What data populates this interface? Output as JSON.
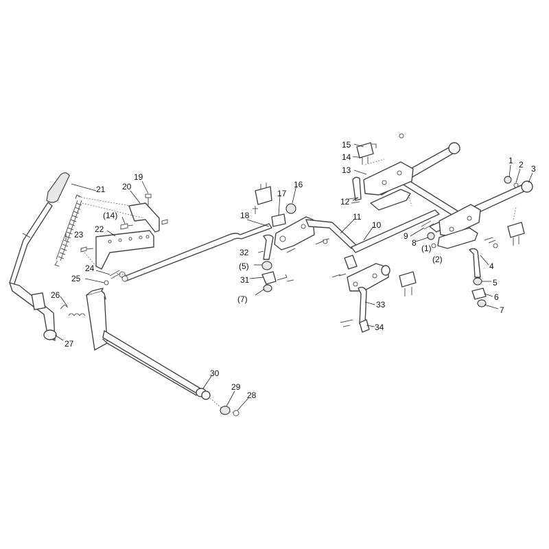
{
  "callouts": [
    {
      "id": "1",
      "text": "1"
    },
    {
      "id": "2",
      "text": "2"
    },
    {
      "id": "3",
      "text": "3"
    },
    {
      "id": "4",
      "text": "4"
    },
    {
      "id": "5",
      "text": "5"
    },
    {
      "id": "6",
      "text": "6"
    },
    {
      "id": "7",
      "text": "7"
    },
    {
      "id": "8",
      "text": "8"
    },
    {
      "id": "9",
      "text": "9"
    },
    {
      "id": "p1",
      "text": "(1)"
    },
    {
      "id": "p2",
      "text": "(2)"
    },
    {
      "id": "10",
      "text": "10"
    },
    {
      "id": "11",
      "text": "11"
    },
    {
      "id": "12",
      "text": "12"
    },
    {
      "id": "13",
      "text": "13"
    },
    {
      "id": "14",
      "text": "14"
    },
    {
      "id": "15",
      "text": "15"
    },
    {
      "id": "16",
      "text": "16"
    },
    {
      "id": "17",
      "text": "17"
    },
    {
      "id": "18",
      "text": "18"
    },
    {
      "id": "19",
      "text": "19"
    },
    {
      "id": "20",
      "text": "20"
    },
    {
      "id": "21",
      "text": "21"
    },
    {
      "id": "22",
      "text": "22"
    },
    {
      "id": "p14",
      "text": "(14)"
    },
    {
      "id": "23",
      "text": "23"
    },
    {
      "id": "24",
      "text": "24"
    },
    {
      "id": "25",
      "text": "25"
    },
    {
      "id": "26",
      "text": "26"
    },
    {
      "id": "27",
      "text": "27"
    },
    {
      "id": "28",
      "text": "28"
    },
    {
      "id": "29",
      "text": "29"
    },
    {
      "id": "30",
      "text": "30"
    },
    {
      "id": "31",
      "text": "31"
    },
    {
      "id": "p5",
      "text": "(5)"
    },
    {
      "id": "p7",
      "text": "(7)"
    },
    {
      "id": "32",
      "text": "32"
    },
    {
      "id": "33",
      "text": "33"
    },
    {
      "id": "34",
      "text": "34"
    }
  ]
}
